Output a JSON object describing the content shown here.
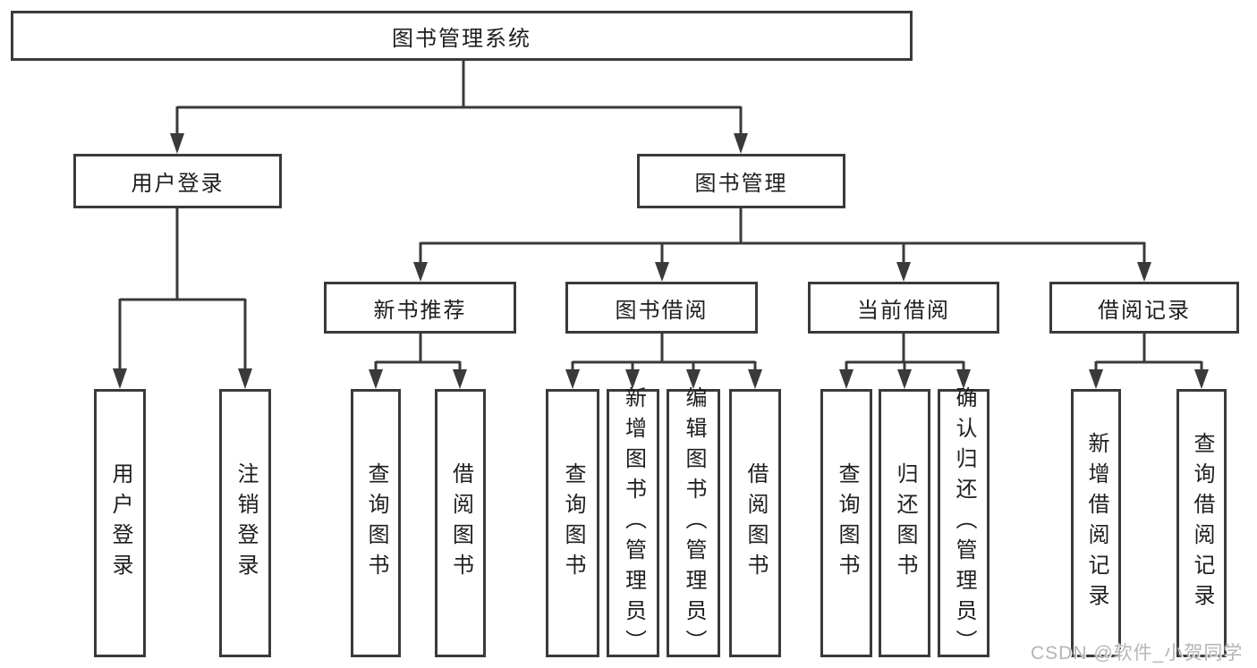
{
  "tree": {
    "root": {
      "label": "图书管理系统",
      "children": [
        {
          "label": "用户登录",
          "children": [
            {
              "label": "用户登录"
            },
            {
              "label": "注销登录"
            }
          ]
        },
        {
          "label": "图书管理",
          "children": [
            {
              "label": "新书推荐",
              "children": [
                {
                  "label": "查询图书"
                },
                {
                  "label": "借阅图书"
                }
              ]
            },
            {
              "label": "图书借阅",
              "children": [
                {
                  "label": "查询图书"
                },
                {
                  "label": "新增图书（管理员）"
                },
                {
                  "label": "编辑图书（管理员）"
                },
                {
                  "label": "借阅图书"
                }
              ]
            },
            {
              "label": "当前借阅",
              "children": [
                {
                  "label": "查询图书"
                },
                {
                  "label": "归还图书"
                },
                {
                  "label": "确认归还（管理员）"
                }
              ]
            },
            {
              "label": "借阅记录",
              "children": [
                {
                  "label": "新增借阅记录"
                },
                {
                  "label": "查询借阅记录"
                }
              ]
            }
          ]
        }
      ]
    }
  },
  "colors": {
    "line": "#3a3a3a",
    "box_background": "#ffffff",
    "watermark": "#b5b5b5"
  },
  "watermark": {
    "text": "CSDN @软件_小贺同学"
  }
}
